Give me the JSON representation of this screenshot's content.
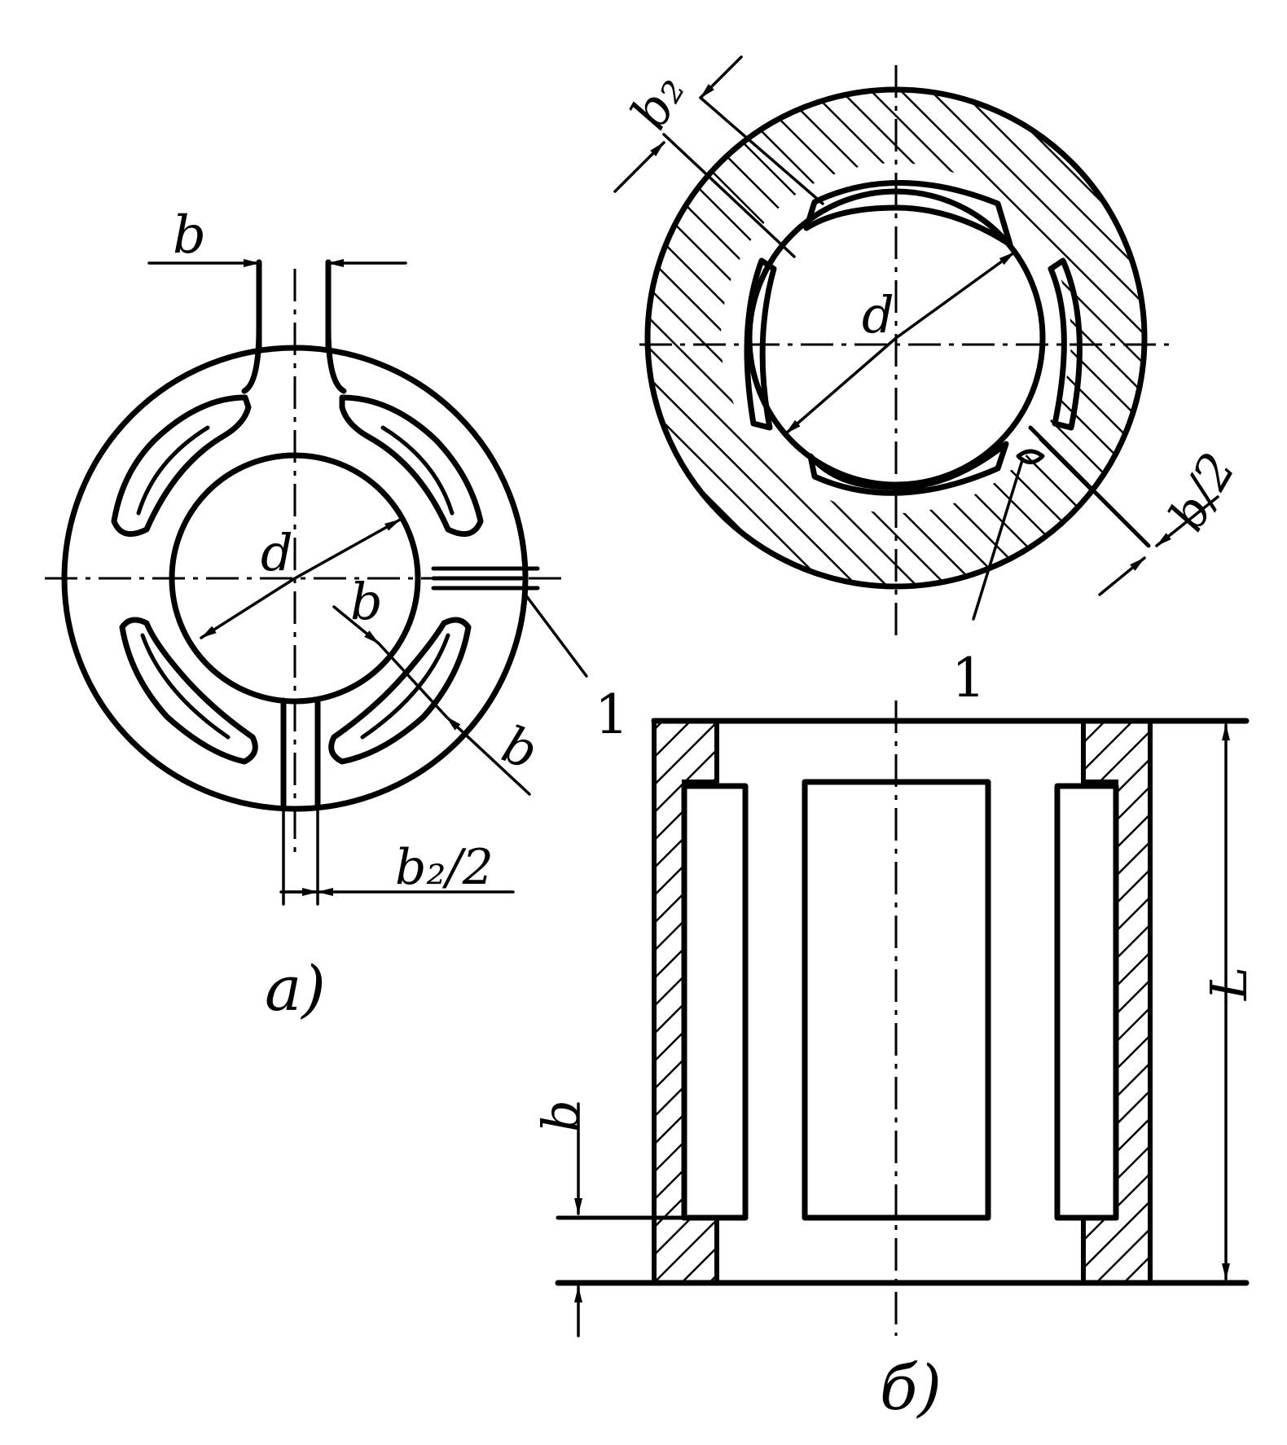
{
  "figure_a": {
    "caption": "а)",
    "dimensions": {
      "b_top": "b",
      "d": "d",
      "b_diag1": "b",
      "b_diag2": "b",
      "b2_half": "b₂/2"
    },
    "leader_1": "1"
  },
  "figure_b": {
    "caption": "б)",
    "dimensions": {
      "b2": "b₂",
      "d": "d",
      "b_half": "b/2",
      "L": "L",
      "b": "b"
    },
    "leader_1": "1"
  }
}
